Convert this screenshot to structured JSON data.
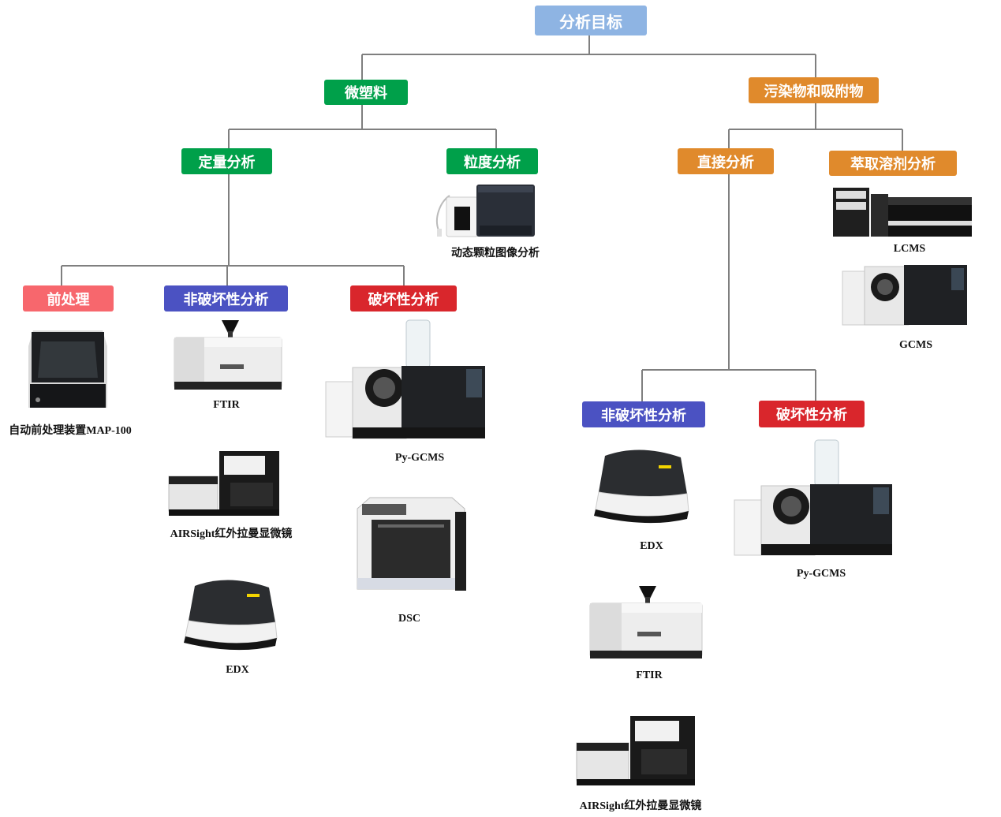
{
  "nodes": {
    "root": "分析目标",
    "microplastics": "微塑料",
    "pollutants": "污染物和吸附物",
    "quantitative": "定量分析",
    "particle_size": "粒度分析",
    "direct": "直接分析",
    "extraction": "萃取溶剂分析",
    "pretreatment": "前处理",
    "nondestructive_left": "非破坏性分析",
    "destructive_left": "破坏性分析",
    "nondestructive_right": "非破坏性分析",
    "destructive_right": "破坏性分析"
  },
  "captions": {
    "dynamic_imaging": "动态颗粒图像分析",
    "map100": "自动前处理装置MAP-100",
    "ftir_left": "FTIR",
    "airsight_left": "AIRSight红外拉曼显微镜",
    "edx_left": "EDX",
    "pygcms_left": "Py-GCMS",
    "dsc": "DSC",
    "lcms": "LCMS",
    "gcms": "GCMS",
    "edx_right": "EDX",
    "ftir_right": "FTIR",
    "airsight_right": "AIRSight红外拉曼显微镜",
    "pygcms_right": "Py-GCMS"
  },
  "colors": {
    "root": "#8eb4e3",
    "microplastics": "#00a04a",
    "pollutants": "#e08a2c",
    "pretreatment": "#f7676d",
    "nondestructive": "#4b52c2",
    "destructive": "#d9262c",
    "line": "#7f7f7f"
  },
  "icons": [
    "particle-imaging-instrument",
    "map100-instrument",
    "ftir-instrument",
    "airsight-instrument",
    "edx-instrument",
    "pygcms-instrument",
    "dsc-instrument",
    "lcms-instrument",
    "gcms-instrument"
  ]
}
